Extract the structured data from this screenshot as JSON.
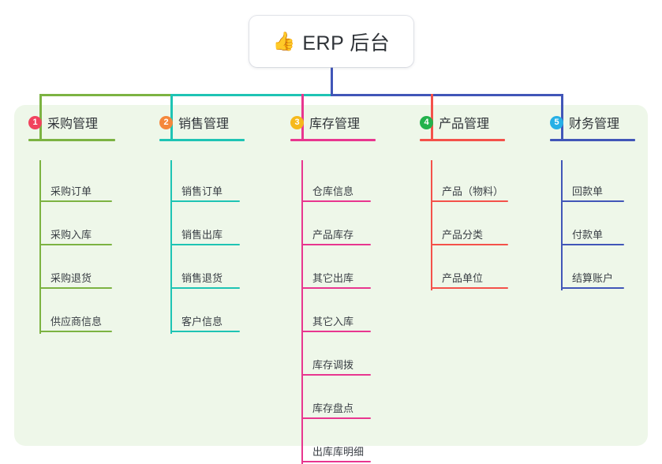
{
  "root": {
    "icon": "thumbs-up-icon",
    "icon_glyph": "👍",
    "title": "ERP 后台"
  },
  "panel": {
    "background_color": "#eef7e9"
  },
  "trunk": {
    "color": "#4156b8"
  },
  "columns": [
    {
      "number": "1",
      "title": "采购管理",
      "badge_color": "#f1435e",
      "line_color": "#7cb342",
      "items": [
        "采购订单",
        "采购入库",
        "采购退货",
        "供应商信息"
      ]
    },
    {
      "number": "2",
      "title": "销售管理",
      "badge_color": "#f5873b",
      "line_color": "#1ec4b4",
      "items": [
        "销售订单",
        "销售出库",
        "销售退货",
        "客户信息"
      ]
    },
    {
      "number": "3",
      "title": "库存管理",
      "badge_color": "#f6b91c",
      "line_color": "#e8368f",
      "items": [
        "仓库信息",
        "产品库存",
        "其它出库",
        "其它入库",
        "库存调拨",
        "库存盘点",
        "出库库明细"
      ]
    },
    {
      "number": "4",
      "title": "产品管理",
      "badge_color": "#22b24c",
      "line_color": "#f4514a",
      "items": [
        "产品（物料）",
        "产品分类",
        "产品单位"
      ]
    },
    {
      "number": "5",
      "title": "财务管理",
      "badge_color": "#27b0e6",
      "line_color": "#4156b8",
      "items": [
        "回款单",
        "付款单",
        "结算账户"
      ]
    }
  ]
}
